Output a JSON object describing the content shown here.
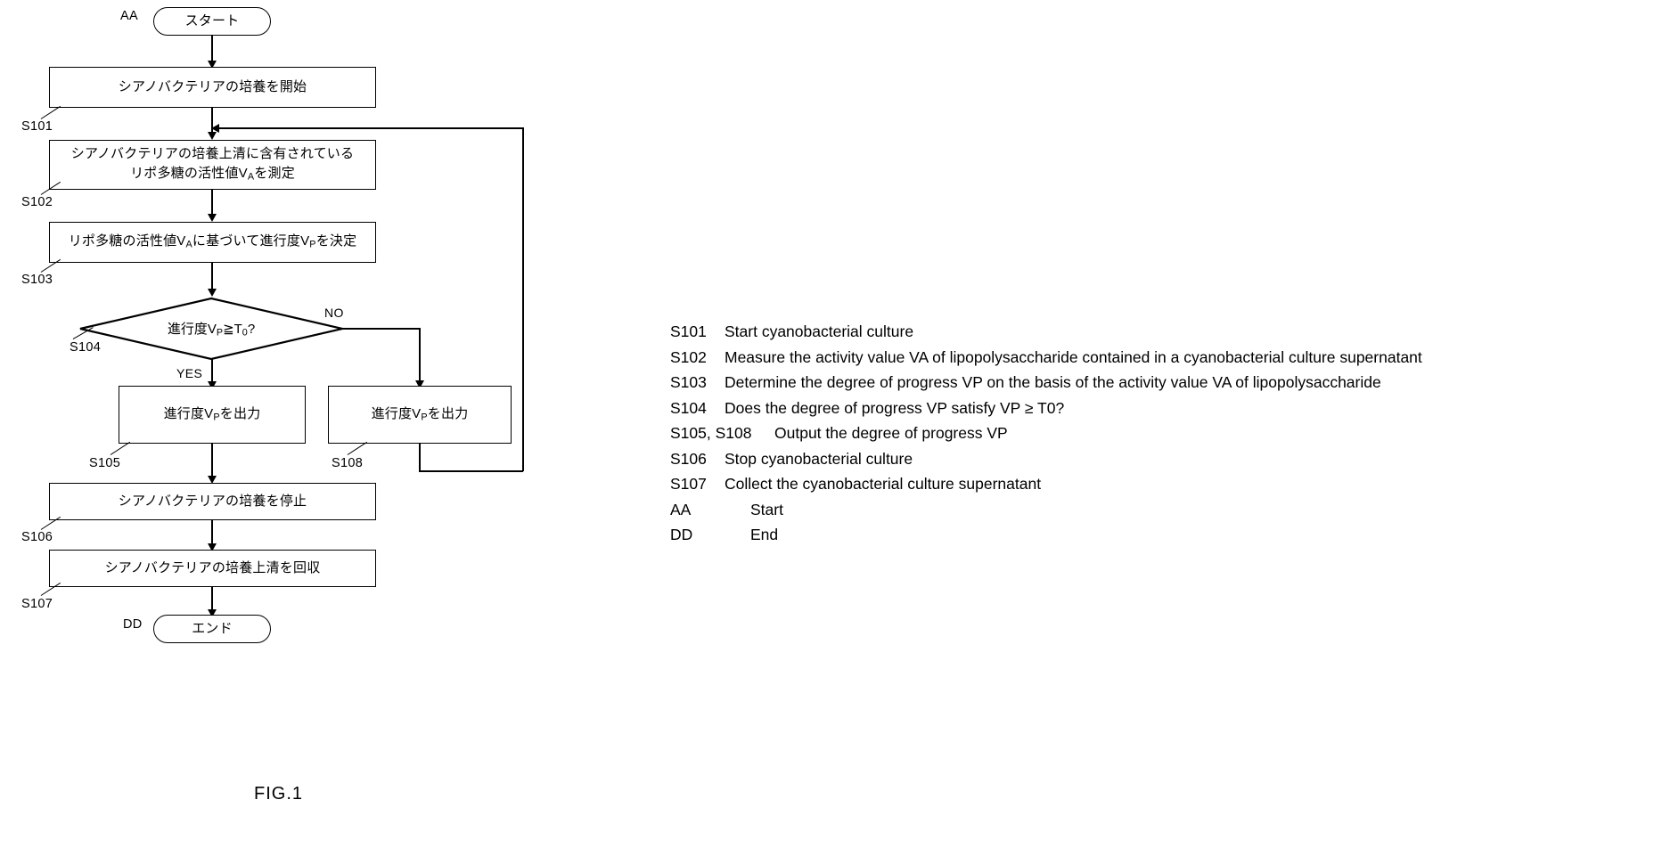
{
  "figure": {
    "caption": "FIG.1",
    "type": "flowchart"
  },
  "flowchart": {
    "start": {
      "tag": "AA",
      "label": "スタート"
    },
    "end": {
      "tag": "DD",
      "label": "エンド"
    },
    "steps": [
      {
        "id": "S101",
        "shape": "process",
        "lines": [
          "シアノバクテリアの培養を開始"
        ]
      },
      {
        "id": "S102",
        "shape": "process",
        "lines": [
          "シアノバクテリアの培養上清に含有されている",
          "リポ多糖の活性値VAを測定"
        ],
        "line2_pre": "リポ多糖の活性値V",
        "line2_sub": "A",
        "line2_post": "を測定"
      },
      {
        "id": "S103",
        "shape": "process",
        "lines": [
          "リポ多糖の活性値VAに基づいて進行度VPを決定"
        ],
        "pre": "リポ多糖の活性値V",
        "sub1": "A",
        "mid": "に基づいて進行度V",
        "sub2": "P",
        "post": "を決定"
      },
      {
        "id": "S104",
        "shape": "decision",
        "lines": [
          "進行度VP ≧ T0 ?"
        ],
        "pre": "進行度V",
        "sub1": "P",
        "mid": "≧T",
        "sub2": "0",
        "post": "?",
        "yes_label": "YES",
        "no_label": "NO"
      },
      {
        "id": "S105",
        "shape": "process",
        "lines": [
          "進行度VPを出力"
        ],
        "pre": "進行度V",
        "sub1": "P",
        "post": "を出力"
      },
      {
        "id": "S108",
        "shape": "process",
        "lines": [
          "進行度VPを出力"
        ],
        "pre": "進行度V",
        "sub1": "P",
        "post": "を出力"
      },
      {
        "id": "S106",
        "shape": "process",
        "lines": [
          "シアノバクテリアの培養を停止"
        ]
      },
      {
        "id": "S107",
        "shape": "process",
        "lines": [
          "シアノバクテリアの培養上清を回収"
        ]
      }
    ]
  },
  "legend": {
    "rows": [
      {
        "key": "S101",
        "text": "Start cyanobacterial culture"
      },
      {
        "key": "S102",
        "text": "Measure the activity value VA of lipopolysaccharide contained in a cyanobacterial culture supernatant"
      },
      {
        "key": "S103",
        "text": "Determine the degree of progress VP on the basis of the activity value VA of lipopolysaccharide"
      },
      {
        "key": "S104",
        "text": "Does the degree of progress VP satisfy VP ≥ T0?"
      },
      {
        "key": "S105, S108",
        "text": "Output the degree of progress VP"
      },
      {
        "key": "S106",
        "text": "Stop cyanobacterial culture"
      },
      {
        "key": "S107",
        "text": "Collect the cyanobacterial culture supernatant"
      },
      {
        "key": "AA",
        "text": "Start"
      },
      {
        "key": "DD",
        "text": "End"
      }
    ]
  },
  "colors": {
    "ink": "#000000",
    "paper": "#ffffff"
  }
}
